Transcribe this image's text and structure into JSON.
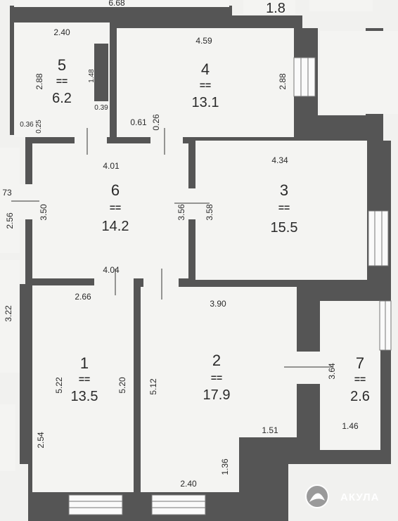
{
  "brand": {
    "name": "АКУЛА"
  },
  "rooms": [
    {
      "id": "1",
      "number": "1",
      "eq": "==",
      "area": "13.5"
    },
    {
      "id": "2",
      "number": "2",
      "eq": "==",
      "area": "17.9"
    },
    {
      "id": "3",
      "number": "3",
      "eq": "==",
      "area": "15.5"
    },
    {
      "id": "4",
      "number": "4",
      "eq": "==",
      "area": "13.1"
    },
    {
      "id": "5",
      "number": "5",
      "eq": "==",
      "area": "6.2"
    },
    {
      "id": "6",
      "number": "6",
      "eq": "==",
      "area": "14.2"
    },
    {
      "id": "7",
      "number": "7",
      "eq": "==",
      "area": "2.6"
    }
  ],
  "dimensions": {
    "top_left_width": "6.68",
    "top_right_value": "1.8",
    "r5_width": "2.40",
    "r5_height": "2.88",
    "r5_niche": "1.48",
    "r5_niche_w": "0.39",
    "r5_door_a": "0.36",
    "r5_door_b": "0.25",
    "r4_width": "4.59",
    "r4_height": "2.88",
    "r4_door_a": "0.61",
    "r4_door_b": "0.26",
    "r6_width_top": "4.01",
    "r6_height_left": "3.50",
    "r6_height_right": "3.56",
    "r6_width_bottom": "4.04",
    "r3_width": "4.34",
    "r3_height": "3.58",
    "left_edge_a": "73",
    "left_edge_b": "2.56",
    "left_edge_c": "3.22",
    "r1_width": "2.66",
    "r1_height_left": "5.22",
    "r1_height_right": "5.20",
    "r1_bottom_left": "2.54",
    "r2_width": "3.90",
    "r2_height_left": "5.12",
    "r2_step_w": "1.51",
    "r2_step_h": "1.36",
    "r2_bottom_w": "2.40",
    "r7_height": "3.64",
    "r7_width": "1.46"
  }
}
